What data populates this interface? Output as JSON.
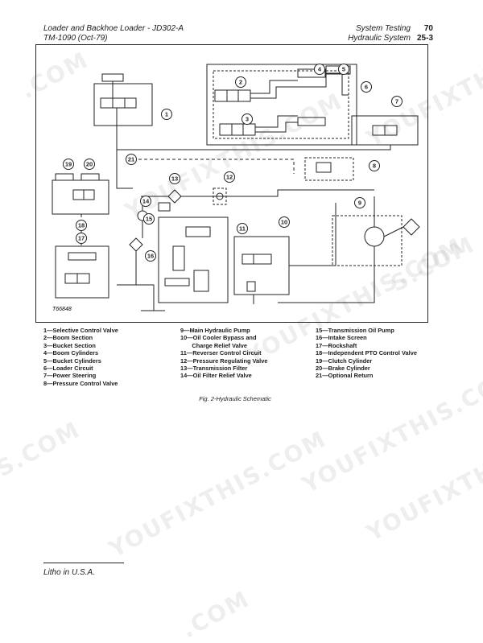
{
  "header": {
    "left_line1": "Loader and Backhoe Loader - JD302-A",
    "left_line2": "TM-1090   (Oct-79)",
    "right_line1_label": "System Testing",
    "right_line1_num": "70",
    "right_line2_label": "Hydraulic System",
    "right_line2_num": "25-3"
  },
  "figure": {
    "drawing_code": "T66848",
    "callouts": [
      "1",
      "2",
      "3",
      "4",
      "5",
      "6",
      "7",
      "8",
      "9",
      "10",
      "11",
      "12",
      "13",
      "14",
      "15",
      "16",
      "17",
      "18",
      "19",
      "20",
      "21"
    ]
  },
  "legend": {
    "col1": [
      "1—Selective Control Valve",
      "2—Boom Section",
      "3—Bucket Section",
      "4—Boom Cylinders",
      "5—Bucket Cylinders",
      "6—Loader Circuit",
      "7—Power Steering",
      "8—Pressure Control Valve"
    ],
    "col2": [
      "9—Main Hydraulic Pump",
      "10—Oil Cooler Bypass and",
      "       Charge Relief Valve",
      "11—Reverser Control Circuit",
      "12—Pressure Regulating Valve",
      "13—Transmission Filter",
      "14—Oil Filter Relief Valve"
    ],
    "col3": [
      "15—Transmission Oil Pump",
      "16—Intake Screen",
      "17—Rockshaft",
      "18—Independent PTO Control Valve",
      "19—Clutch Cylinder",
      "20—Brake Cylinder",
      "21—Optional Return"
    ]
  },
  "caption": "Fig. 2-Hydraulic Schematic",
  "footer": "Litho in U.S.A.",
  "watermarks": [
    "YOUFIXTHIS.COM",
    "YOUFIXTHIS.COM",
    "YOUFIXTHIS.COM",
    "YOUFIXTHIS.COM",
    "YOUFIXTHIS",
    "YOUFIXTHIS",
    ".COM",
    "S.COM",
    "S.COM",
    ".COM"
  ]
}
